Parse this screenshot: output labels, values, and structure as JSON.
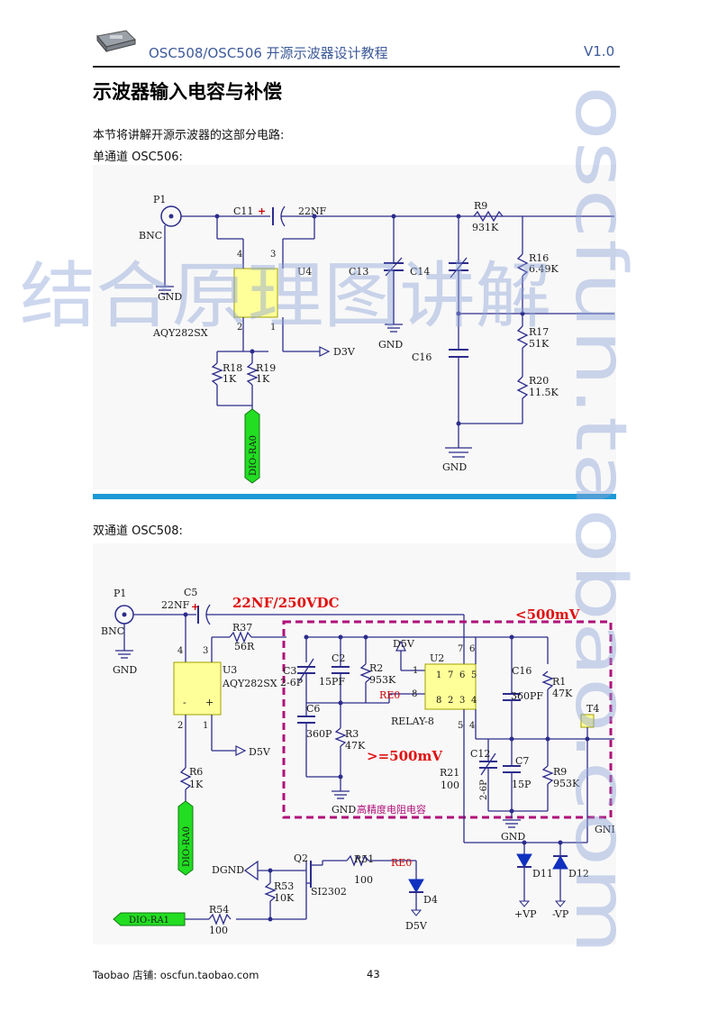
{
  "header": {
    "title": "OSC508/OSC506  开源示波器设计教程",
    "version": "V1.0",
    "logo_icon": "oscilloscope-device-icon"
  },
  "section": {
    "title": "示波器输入电容与补偿",
    "intro": "本节将讲解开源示波器的这部分电路:",
    "single_label": "单通道 OSC506:",
    "dual_label": "双通道 OSC508:"
  },
  "watermark": {
    "vertical": "oscfun.taobao.com",
    "horizontal": "结合原理图讲解"
  },
  "circuit1": {
    "p1": "P1",
    "bnc": "BNC",
    "c11": "C11",
    "plus": "+",
    "c11_val": "22NF",
    "u4": "U4",
    "pin4": "4",
    "pin3": "3",
    "pin2": "2",
    "pin1": "1",
    "u4_part": "AQY282SX",
    "d3v": "D3V",
    "gnd": "GND",
    "r18": "R18",
    "r18_val": "1K",
    "r19": "R19",
    "r19_val": "1K",
    "dio_ra0": "DIO-RA0",
    "c13": "C13",
    "c14": "C14",
    "c16": "C16",
    "r9": "R9",
    "r9_val": "931K",
    "r16": "R16",
    "r16_val": "6.49K",
    "r17": "R17",
    "r17_val": "51K",
    "r20": "R20",
    "r20_val": "11.5K"
  },
  "circuit2": {
    "p1": "P1",
    "bnc": "BNC",
    "gnd": "GND",
    "c5": "C5",
    "c5_val": "22NF",
    "plus": "+",
    "cap_note": "22NF/250VDC",
    "range_high": "<500mV",
    "range_low": ">=500mV",
    "r37": "R37",
    "r37_val": "56R",
    "u3": "U3",
    "u3_part": "AQY282SX",
    "pin4": "4",
    "pin3": "3",
    "pin2": "2",
    "pin1": "1",
    "minus": "-",
    "plus_pin": "+",
    "c3": "C3",
    "c3_val": "2-6P",
    "c2": "C2",
    "c2_val": "15PF",
    "r2": "R2",
    "r2_val": "953K",
    "d5v": "D5V",
    "u2": "U2",
    "relay": "RELAY-8",
    "re0": "RE0",
    "p_1": "1",
    "p_7": "7",
    "p_6": "6",
    "p_5": "5",
    "p_8": "8",
    "p_2": "2",
    "p_3": "3",
    "p_4b": "4",
    "c16": "C16",
    "c16_val": "360PF",
    "r1": "R1",
    "r1_val": "47K",
    "c6": "C6",
    "c6_val": "360P",
    "r3": "R3",
    "r3_val": "47K",
    "c12": "C12",
    "c12_val": "2-6P",
    "c7": "C7",
    "c7_val": "15P",
    "r9": "R9",
    "r9_val": "953K",
    "r21": "R21",
    "r21_val": "100",
    "t4": "T4",
    "gnd_right": "GNI",
    "hp_note": "高精度电阻电容",
    "r6": "R6",
    "r6_val": "1K",
    "dio_ra0": "DIO-RA0",
    "dgnd": "DGND",
    "q2": "Q2",
    "q2_part": "SI2302",
    "r51": "R51",
    "r51_val": "100",
    "re0_b": "RE0",
    "r53": "R53",
    "r53_val": "10K",
    "d4": "D4",
    "d5v_b": "D5V",
    "r54": "R54",
    "r54_val": "100",
    "dio_ra1": "DIO-RA1",
    "d11": "D11",
    "d12": "D12",
    "vp": "+VP",
    "vn": "-VP"
  },
  "footer": {
    "shop": "Taobao 店铺:   oscfun.taobao.com",
    "page": "43"
  }
}
